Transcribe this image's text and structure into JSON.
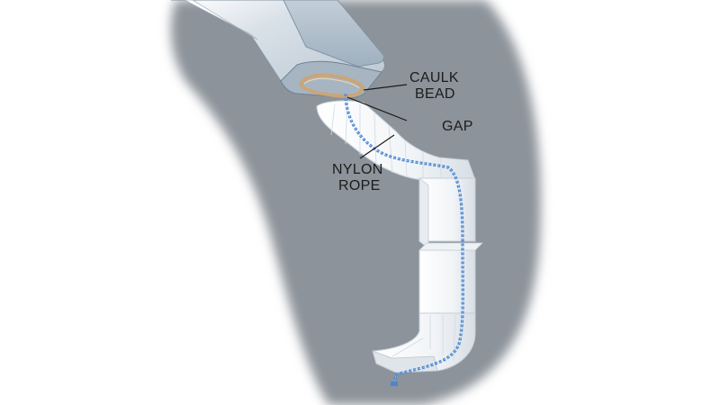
{
  "labels": {
    "caulk_line1": "CAULK",
    "caulk_line2": "BEAD",
    "gap": "GAP",
    "nylon_line1": "NYLON",
    "nylon_line2": "ROPE"
  },
  "colors": {
    "shadow": "#8c939a",
    "gutter": "#b8c4cf",
    "gutter_dark": "#8294a5",
    "gutter_light": "#e4eaf0",
    "downspout": "#f5f7f9",
    "downspout_edge": "#c5ced6",
    "rope": "#4a86d0",
    "rope_light": "#9cc2ec",
    "caulk": "#c9a67a",
    "text": "#1c1c1c"
  }
}
